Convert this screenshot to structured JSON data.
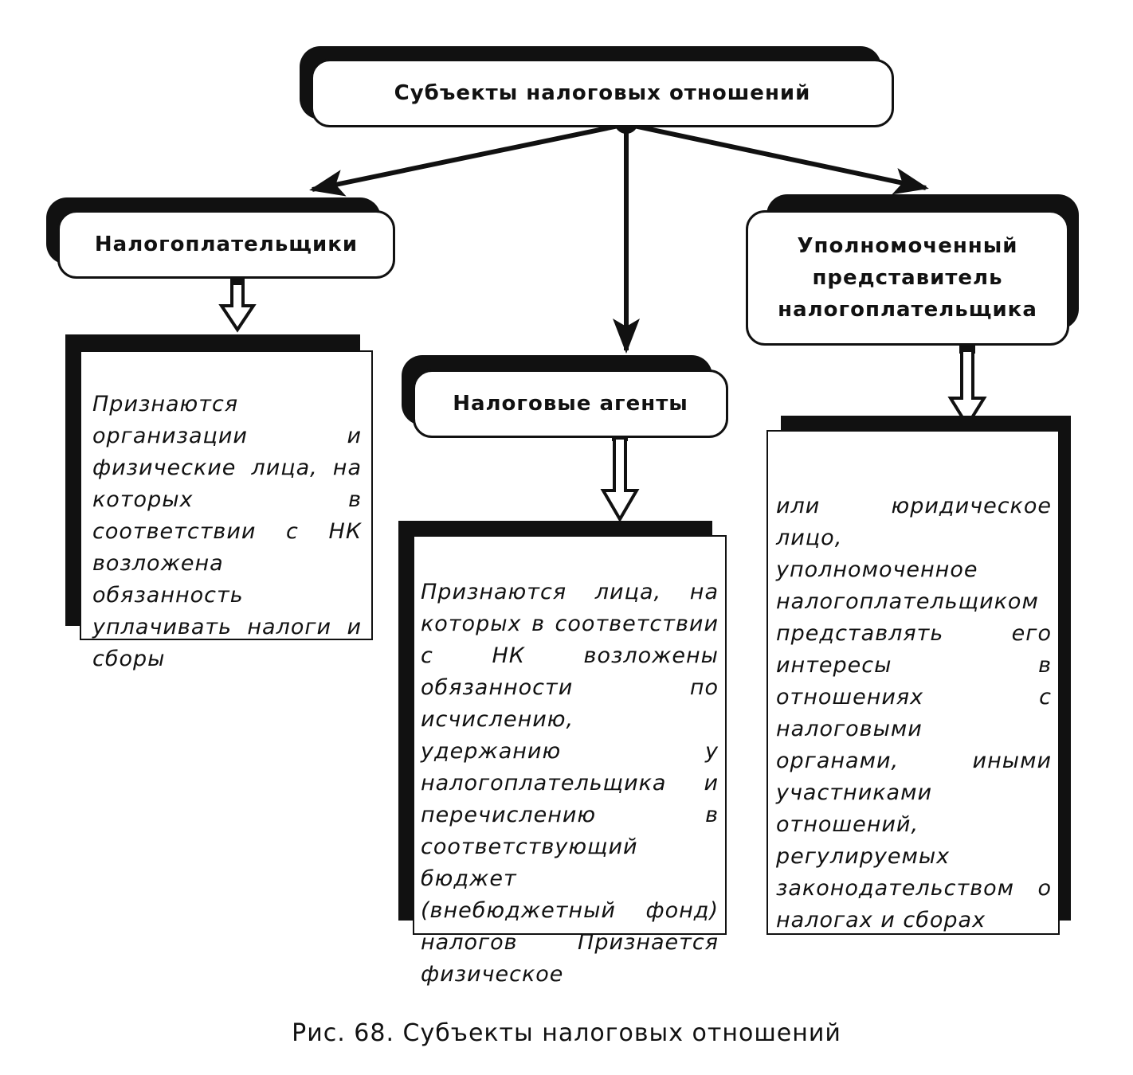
{
  "diagram": {
    "root": {
      "label": "Субъекты налоговых отношений"
    },
    "nodes": [
      {
        "id": "taxpayers",
        "label": "Налогоплательщики",
        "description": "Признаются организации и физические лица, на которых в соответствии с НК возложена обязанность уплачивать налоги и сборы"
      },
      {
        "id": "tax-agents",
        "label": "Налоговые агенты",
        "description": "Признаются лица, на которых в соответствии с НК возложены обязанности по исчислению, удержанию у налогоплательщика и перечислению в соответствующий бюджет (внебюджетный фонд) налогов Признается физическое"
      },
      {
        "id": "authorized-representative",
        "label_lines": [
          "Уполномоченный",
          "представитель",
          "налогоплательщика"
        ],
        "description": "или юридическое лицо, уполномоченное налогоплательщиком представлять его интересы в отношениях с налоговыми органами, иными участниками отношений, регулируемых законодательством о налогах и сборах"
      }
    ],
    "edges": [
      {
        "from": "root",
        "to": "taxpayers",
        "style": "solid-arrow"
      },
      {
        "from": "root",
        "to": "tax-agents",
        "style": "solid-arrow"
      },
      {
        "from": "root",
        "to": "authorized-representative",
        "style": "solid-arrow"
      },
      {
        "from": "taxpayers",
        "to": "taxpayers-description",
        "style": "hollow-arrow"
      },
      {
        "from": "tax-agents",
        "to": "tax-agents-description",
        "style": "hollow-arrow"
      },
      {
        "from": "authorized-representative",
        "to": "authorized-representative-description",
        "style": "hollow-arrow"
      }
    ],
    "colors": {
      "line": "#111111",
      "fill": "#ffffff"
    }
  },
  "caption": "Рис. 68. Субъекты налоговых отношений"
}
